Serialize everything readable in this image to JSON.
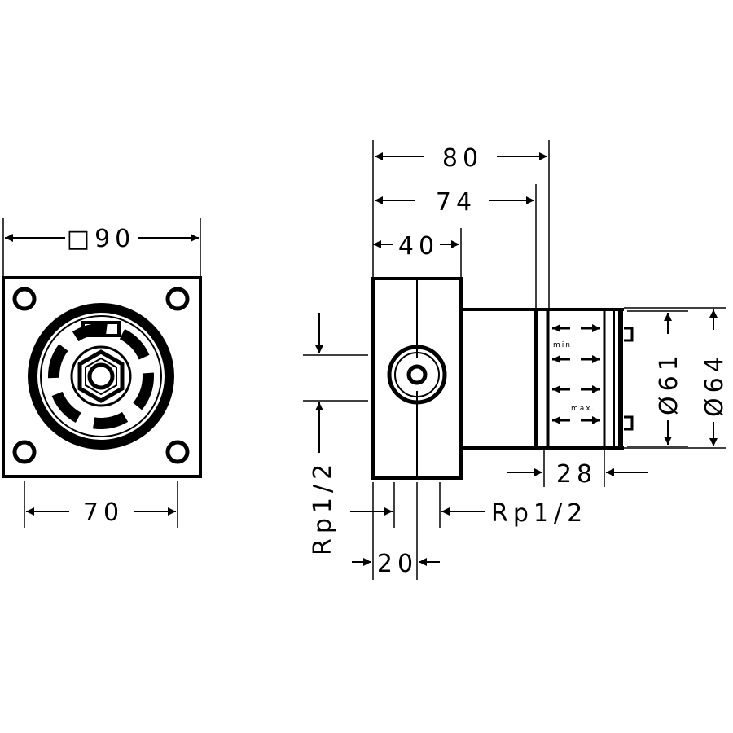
{
  "title": "Technical drawing - concealed body dimensions",
  "colors": {
    "line": "#000000",
    "background": "#ffffff"
  },
  "front_view": {
    "width_label": "□90",
    "hole_spacing_label": "70"
  },
  "side_view": {
    "overall_depth_label": "80",
    "depth_74_label": "74",
    "body_depth_label": "40",
    "inner_diameter_label": "Ø61",
    "outer_diameter_label": "Ø64",
    "extension_label": "28",
    "thread_left_label": "Rp1/2",
    "thread_right_label": "Rp1/2",
    "offset_label": "20",
    "min_label": "min.",
    "max_label": "max."
  }
}
